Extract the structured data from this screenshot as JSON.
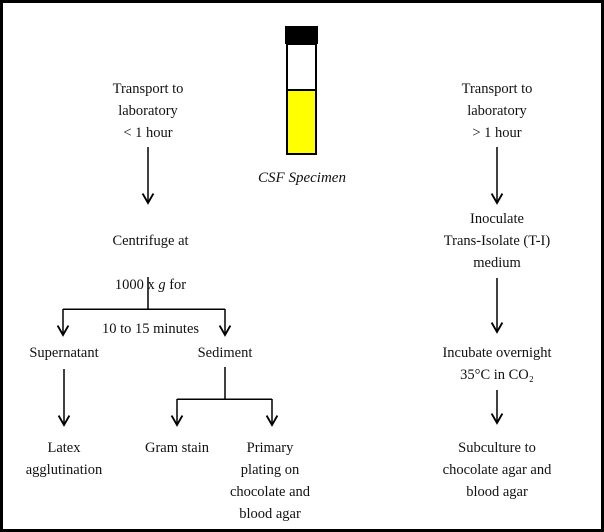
{
  "page": {
    "background": "#FFFFFF",
    "border_color": "#000000",
    "line_color": "#000000"
  },
  "specimen": {
    "label": "CSF Specimen",
    "cap_color": "#000000",
    "fluid_color": "#FFFF00",
    "empty_color": "#FFFFFF"
  },
  "left_branch": {
    "transport": "Transport to\nlaboratory\n< 1 hour",
    "centrifuge": {
      "line1": "Centrifuge at",
      "line2_pre": "1000 x ",
      "line2_italic": "g",
      "line2_post": " for",
      "line3": "10 to 15 minutes"
    },
    "supernatant": "Supernatant",
    "sediment": "Sediment",
    "latex": "Latex\nagglutination",
    "gram_stain": "Gram stain",
    "primary_plating": "Primary\nplating on\nchocolate and\nblood agar"
  },
  "right_branch": {
    "transport": "Transport to\nlaboratory\n> 1 hour",
    "inoculate": "Inoculate\nTrans-Isolate (T-I)\nmedium",
    "incubate": "Incubate overnight\n35°C in CO₂",
    "subculture": "Subculture to\nchocolate agar and\nblood agar"
  }
}
